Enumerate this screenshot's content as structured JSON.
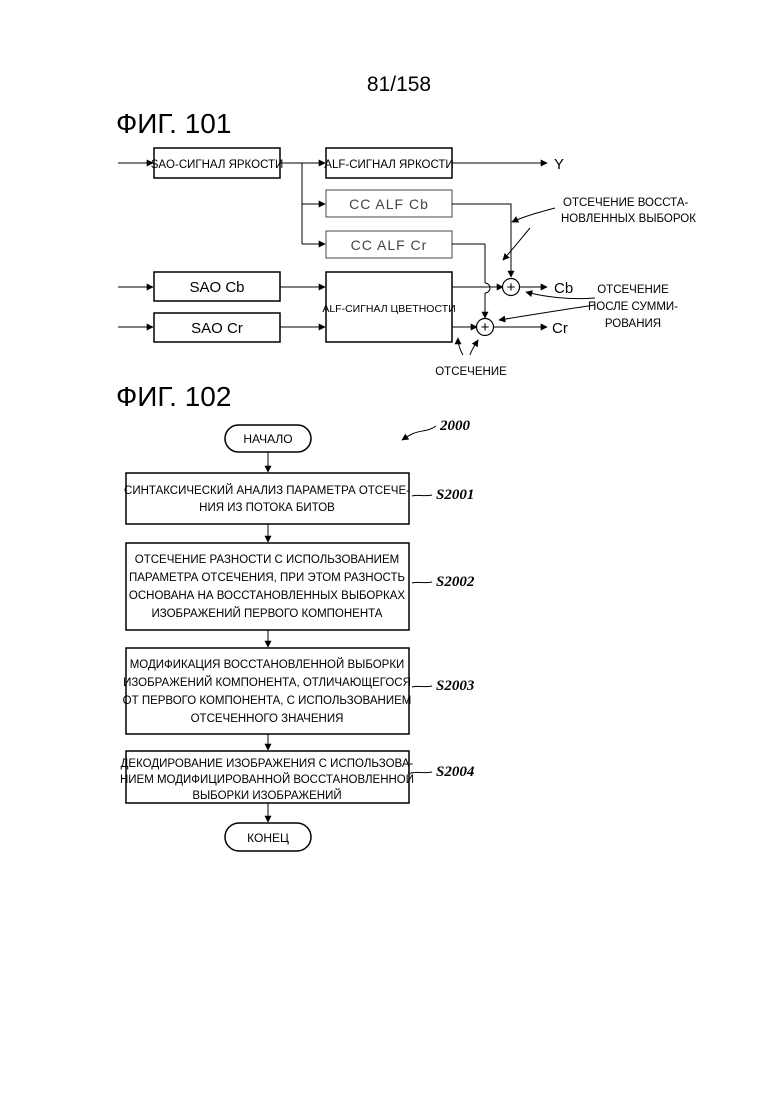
{
  "page_number": "81/158",
  "fig101": {
    "title": "ФИГ. 101",
    "blocks": {
      "sao_luma": "SAO-СИГНАЛ ЯРКОСТИ",
      "alf_luma": "ALF-СИГНАЛ ЯРКОСТИ",
      "cc_alf_cb": "CC ALF Cb",
      "cc_alf_cr": "CC ALF Cr",
      "sao_cb": "SAO Cb",
      "sao_cr": "SAO Cr",
      "alf_chroma": "ALF-СИГНАЛ ЦВЕТНОСТИ"
    },
    "outputs": {
      "y": "Y",
      "cb": "Cb",
      "cr": "Cr"
    },
    "adders": {
      "symbol": "+"
    },
    "annotations": {
      "clip_reconstructed": [
        "ОТСЕЧЕНИЕ ВОССТА-",
        "НОВЛЕННЫХ ВЫБОРОК"
      ],
      "clip_after_sum": [
        "ОТСЕЧЕНИЕ",
        "ПОСЛЕ СУММИ-",
        "РОВАНИЯ"
      ],
      "clip": "ОТСЕЧЕНИЕ"
    }
  },
  "fig102": {
    "title": "ФИГ. 102",
    "ref": "2000",
    "start": "НАЧАЛО",
    "end": "КОНЕЦ",
    "steps": [
      {
        "id": "S2001",
        "lines": [
          "СИНТАКСИЧЕСКИЙ АНАЛИЗ ПАРАМЕТРА ОТСЕЧЕ-",
          "НИЯ ИЗ ПОТОКА БИТОВ"
        ]
      },
      {
        "id": "S2002",
        "lines": [
          "ОТСЕЧЕНИЕ РАЗНОСТИ С ИСПОЛЬЗОВАНИЕМ",
          "ПАРАМЕТРА ОТСЕЧЕНИЯ, ПРИ ЭТОМ РАЗНОСТЬ",
          "ОСНОВАНА НА ВОССТАНОВЛЕННЫХ ВЫБОРКАХ",
          "ИЗОБРАЖЕНИЙ ПЕРВОГО КОМПОНЕНТА"
        ]
      },
      {
        "id": "S2003",
        "lines": [
          "МОДИФИКАЦИЯ ВОССТАНОВЛЕННОЙ ВЫБОРКИ",
          "ИЗОБРАЖЕНИЙ КОМПОНЕНТА, ОТЛИЧАЮЩЕГОСЯ",
          "ОТ ПЕРВОГО КОМПОНЕНТА, С ИСПОЛЬЗОВАНИЕМ",
          "ОТСЕЧЕННОГО ЗНАЧЕНИЯ"
        ]
      },
      {
        "id": "S2004",
        "lines": [
          "ДЕКОДИРОВАНИЕ ИЗОБРАЖЕНИЯ С ИСПОЛЬЗОВА-",
          "НИЕМ МОДИФИЦИРОВАННОЙ ВОССТАНОВЛЕННОЙ",
          "ВЫБОРКИ ИЗОБРАЖЕНИЙ"
        ]
      }
    ]
  },
  "colors": {
    "ink": "#000000",
    "faded_block": "#444444",
    "background": "#ffffff"
  }
}
